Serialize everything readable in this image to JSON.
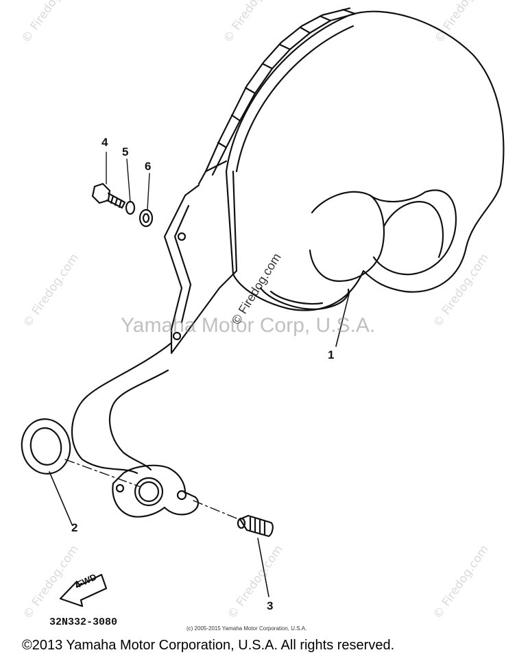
{
  "callouts": {
    "c1": "1",
    "c2": "2",
    "c3": "3",
    "c4": "4",
    "c5": "5",
    "c6": "6"
  },
  "arrow_text": "FWD",
  "part_number": "32N332-3080",
  "small_copyright": "(c) 2005-2015 Yamaha Motor Corporation, U.S.A.",
  "footer_copyright": "©2013 Yamaha Motor Corporation, U.S.A. All rights reserved.",
  "watermark_site": "© Firedog.com",
  "watermark_center": "Yamaha Motor Corp, U.S.A.",
  "watermark_diagonal": "© Firedog.com"
}
